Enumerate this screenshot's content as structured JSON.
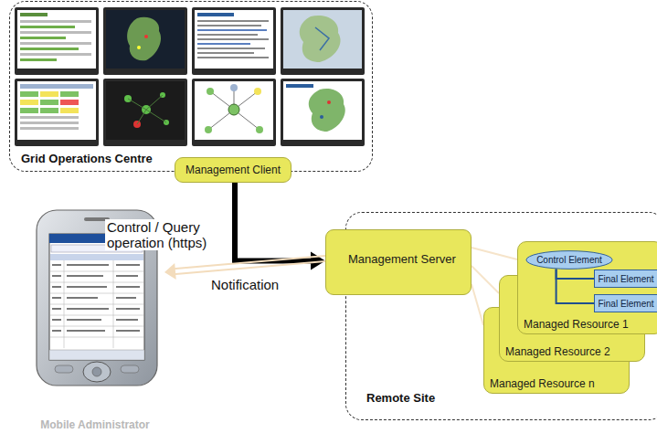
{
  "diagram": {
    "nodes": [
      {
        "text": [
          "Grid Operations Centre"
        ]
      },
      {
        "text": [
          "Management Client"
        ],
        "in": 0
      },
      {
        "text": [
          "Mobile Administrator"
        ]
      },
      {
        "text": [
          "Remote Site"
        ]
      },
      {
        "text": [
          "Management Server"
        ],
        "in": 3
      },
      {
        "text": [
          "Managed Resource 1"
        ],
        "in": 3
      },
      {
        "text": [
          "Control Element"
        ],
        "in": 5
      },
      {
        "text": [
          "Final Element"
        ],
        "in": 5
      },
      {
        "text": [
          "Final Element"
        ],
        "in": 5
      },
      {
        "text": [
          "Managed Resource 2"
        ],
        "in": 3
      },
      {
        "text": [
          "Managed Resource n"
        ],
        "in": 3
      }
    ],
    "edges": [
      {
        "from": 1,
        "to": 4,
        "arrow": "to",
        "label": "Control / Query operation (https)"
      },
      {
        "from": 4,
        "to": 2,
        "arrow": "to",
        "label": "Notification"
      },
      {
        "from": 4,
        "to": 5,
        "arrow": "none"
      },
      {
        "from": 4,
        "to": 9,
        "arrow": "none"
      },
      {
        "from": 4,
        "to": 10,
        "arrow": "none"
      },
      {
        "from": 6,
        "to": 7,
        "arrow": "none"
      },
      {
        "from": 6,
        "to": 8,
        "arrow": "none"
      }
    ]
  }
}
